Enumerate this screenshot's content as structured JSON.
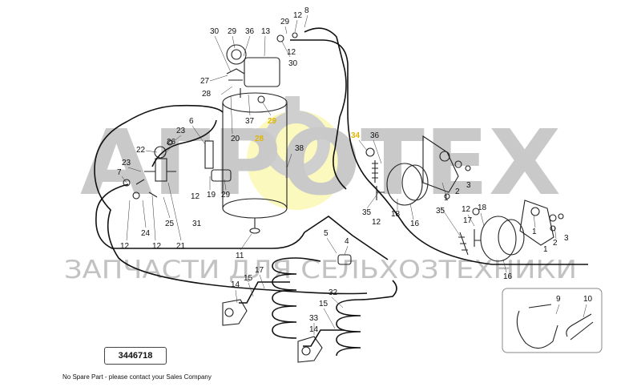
{
  "watermark": {
    "brand": "АГРОТЕХ",
    "subtitle": "ЗАПЧАСТИ ДЛЯ СЕЛЬХОЗТЕХНИКИ"
  },
  "document_number": "3446718",
  "footer_note": "No Spare Part - please contact your Sales Company",
  "callouts": [
    {
      "id": "c-30a",
      "text": "30"
    },
    {
      "id": "c-29a",
      "text": "29"
    },
    {
      "id": "c-36a",
      "text": "36"
    },
    {
      "id": "c-13",
      "text": "13"
    },
    {
      "id": "c-29b",
      "text": "29"
    },
    {
      "id": "c-12a",
      "text": "12"
    },
    {
      "id": "c-8",
      "text": "8"
    },
    {
      "id": "c-12b",
      "text": "12"
    },
    {
      "id": "c-30b",
      "text": "30"
    },
    {
      "id": "c-27",
      "text": "27"
    },
    {
      "id": "c-28a",
      "text": "28"
    },
    {
      "id": "c-37",
      "text": "37"
    },
    {
      "id": "c-29c",
      "text": "29"
    },
    {
      "id": "c-6",
      "text": "6"
    },
    {
      "id": "c-23a",
      "text": "23"
    },
    {
      "id": "c-20",
      "text": "20"
    },
    {
      "id": "c-28b",
      "text": "28"
    },
    {
      "id": "c-26",
      "text": "26"
    },
    {
      "id": "c-22",
      "text": "22"
    },
    {
      "id": "c-23b",
      "text": "23"
    },
    {
      "id": "c-7",
      "text": "7"
    },
    {
      "id": "c-38",
      "text": "38"
    },
    {
      "id": "c-34",
      "text": "34"
    },
    {
      "id": "c-36b",
      "text": "36"
    },
    {
      "id": "c-12c",
      "text": "12"
    },
    {
      "id": "c-19",
      "text": "19"
    },
    {
      "id": "c-29d",
      "text": "29"
    },
    {
      "id": "c-25",
      "text": "25"
    },
    {
      "id": "c-31",
      "text": "31"
    },
    {
      "id": "c-24",
      "text": "24"
    },
    {
      "id": "c-12d",
      "text": "12"
    },
    {
      "id": "c-12e",
      "text": "12"
    },
    {
      "id": "c-21",
      "text": "21"
    },
    {
      "id": "c-11",
      "text": "11"
    },
    {
      "id": "c-5",
      "text": "5"
    },
    {
      "id": "c-4",
      "text": "4"
    },
    {
      "id": "c-14a",
      "text": "14"
    },
    {
      "id": "c-15a",
      "text": "15"
    },
    {
      "id": "c-17",
      "text": "17"
    },
    {
      "id": "c-32",
      "text": "32"
    },
    {
      "id": "c-15b",
      "text": "15"
    },
    {
      "id": "c-33",
      "text": "33"
    },
    {
      "id": "c-14b",
      "text": "14"
    },
    {
      "id": "c-35a",
      "text": "35"
    },
    {
      "id": "c-12f",
      "text": "12"
    },
    {
      "id": "c-18a",
      "text": "18"
    },
    {
      "id": "c-16a",
      "text": "16"
    },
    {
      "id": "c-1a",
      "text": "1"
    },
    {
      "id": "c-2a",
      "text": "2"
    },
    {
      "id": "c-3a",
      "text": "3"
    },
    {
      "id": "c-35b",
      "text": "35"
    },
    {
      "id": "c-12g",
      "text": "12"
    },
    {
      "id": "c-17b",
      "text": "17"
    },
    {
      "id": "c-18b",
      "text": "18"
    },
    {
      "id": "c-1b",
      "text": "1"
    },
    {
      "id": "c-2b",
      "text": "2"
    },
    {
      "id": "c-3b",
      "text": "3"
    },
    {
      "id": "c-1c",
      "text": "1"
    },
    {
      "id": "c-16b",
      "text": "16"
    },
    {
      "id": "c-9",
      "text": "9"
    },
    {
      "id": "c-10",
      "text": "10"
    }
  ]
}
